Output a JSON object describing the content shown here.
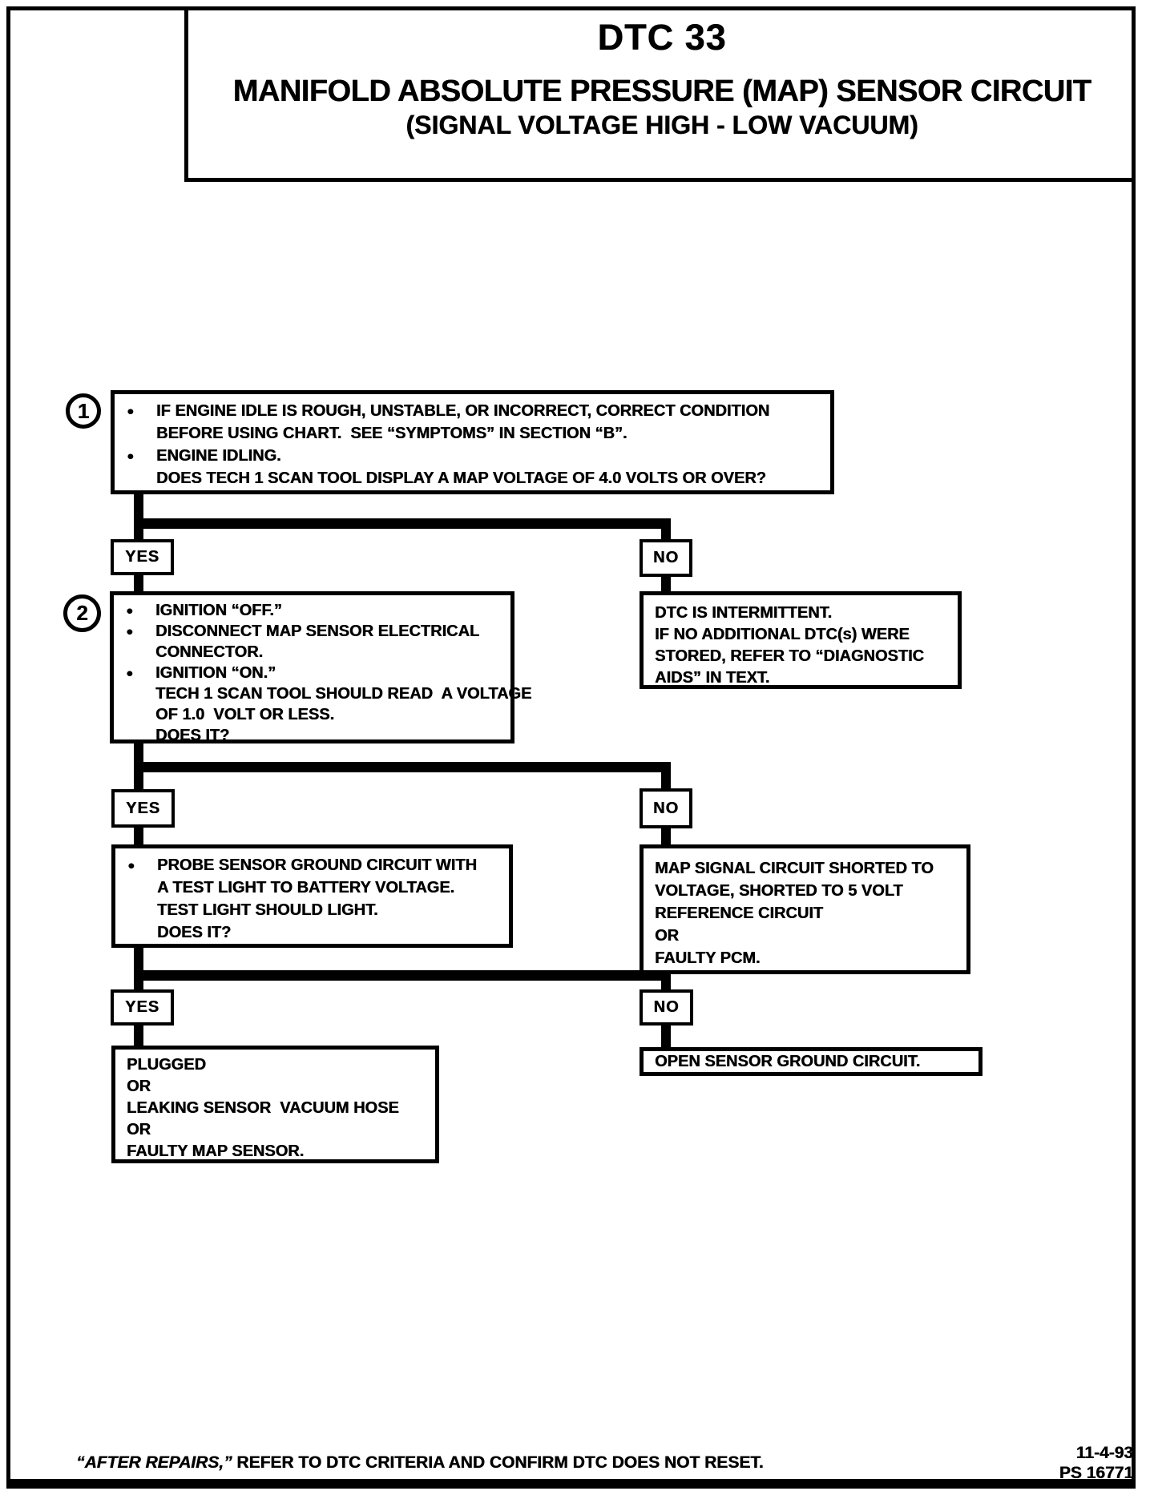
{
  "colors": {
    "ink": "#000000",
    "paper": "#ffffff"
  },
  "header": {
    "dtc_title": "DTC 33",
    "circuit_title": "MANIFOLD ABSOLUTE PRESSURE (MAP) SENSOR CIRCUIT",
    "condition_title": "(SIGNAL VOLTAGE HIGH - LOW VACUUM)"
  },
  "flow": {
    "labels": {
      "yes": "YES",
      "no": "NO"
    },
    "step1": {
      "marker": "1",
      "lines": [
        {
          "bullet": true,
          "text": "IF ENGINE IDLE IS ROUGH, UNSTABLE, OR INCORRECT, CORRECT CONDITION"
        },
        {
          "bullet": false,
          "text": "BEFORE USING CHART.  SEE “SYMPTOMS” IN SECTION “B”."
        },
        {
          "bullet": true,
          "text": "ENGINE IDLING."
        },
        {
          "bullet": false,
          "text": "DOES TECH 1 SCAN TOOL DISPLAY A MAP VOLTAGE OF 4.0 VOLTS OR OVER?"
        }
      ]
    },
    "step2": {
      "marker": "2",
      "lines": [
        {
          "bullet": true,
          "text": "IGNITION “OFF.”"
        },
        {
          "bullet": true,
          "text": "DISCONNECT MAP SENSOR ELECTRICAL"
        },
        {
          "bullet": false,
          "text": "CONNECTOR."
        },
        {
          "bullet": true,
          "text": "IGNITION “ON.”"
        },
        {
          "bullet": false,
          "text": "TECH 1 SCAN TOOL SHOULD READ  A VOLTAGE"
        },
        {
          "bullet": false,
          "text": "OF 1.0  VOLT OR LESS."
        },
        {
          "bullet": false,
          "text": "DOES IT?"
        }
      ]
    },
    "step3": {
      "lines": [
        {
          "bullet": true,
          "text": "PROBE SENSOR GROUND CIRCUIT WITH"
        },
        {
          "bullet": false,
          "text": "A TEST LIGHT TO BATTERY VOLTAGE."
        },
        {
          "bullet": false,
          "text": "TEST LIGHT SHOULD LIGHT."
        },
        {
          "bullet": false,
          "text": "DOES IT?"
        }
      ]
    },
    "dtc_intermittent": {
      "lines": [
        "DTC IS INTERMITTENT.",
        "IF NO ADDITIONAL DTC(s) WERE",
        "STORED, REFER TO “DIAGNOSTIC",
        "AIDS” IN TEXT."
      ]
    },
    "map_shorted": {
      "lines": [
        "MAP SIGNAL CIRCUIT SHORTED TO",
        "VOLTAGE, SHORTED TO 5 VOLT",
        "REFERENCE CIRCUIT",
        "OR",
        "FAULTY PCM."
      ]
    },
    "plugged": {
      "lines": [
        "PLUGGED",
        "OR",
        "LEAKING SENSOR  VACUUM HOSE",
        "OR",
        "FAULTY MAP SENSOR."
      ]
    },
    "open_ground": {
      "lines": [
        "OPEN SENSOR GROUND CIRCUIT."
      ]
    }
  },
  "footer": {
    "after_repairs": "“AFTER REPAIRS,”",
    "instruction": " REFER TO DTC CRITERIA AND CONFIRM DTC DOES NOT RESET.",
    "date": "11-4-93",
    "document_number": "PS 16771"
  }
}
